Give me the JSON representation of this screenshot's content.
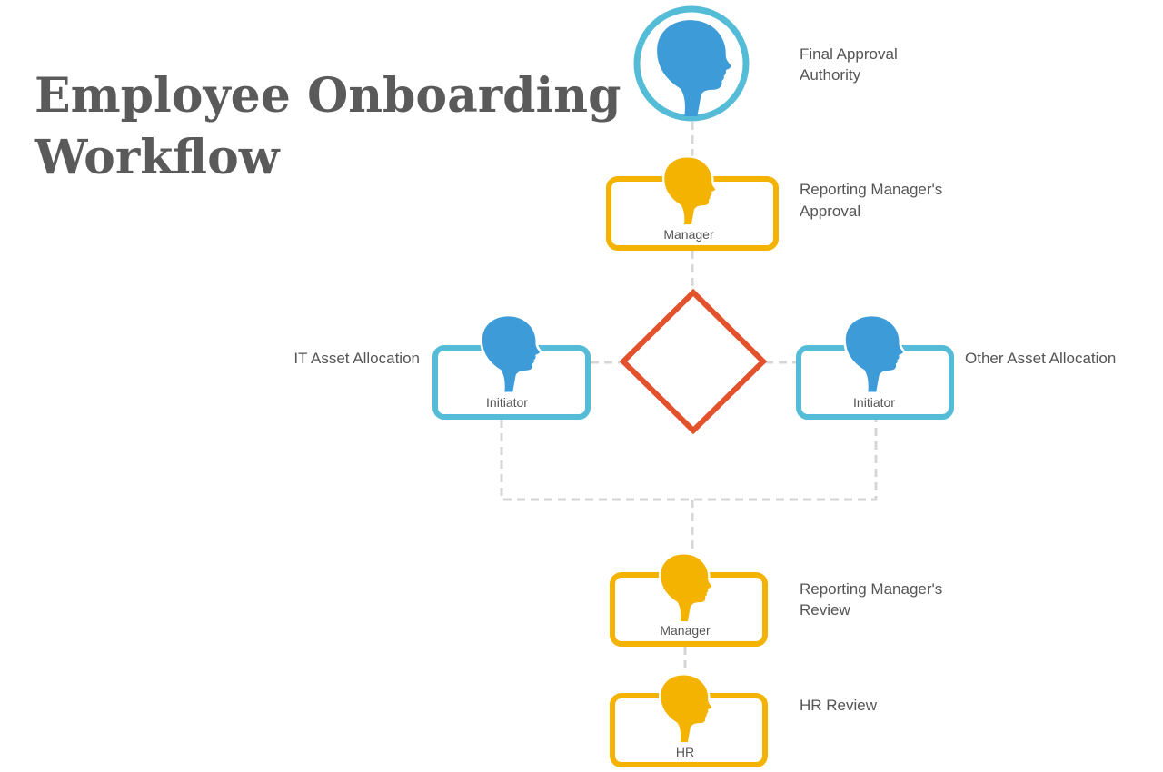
{
  "title": {
    "line1": "Employee Onboarding",
    "line2": "Workflow"
  },
  "colors": {
    "blue_head": "#3d9cd8",
    "blue_ring": "#55bcd8",
    "yellow": "#f3b300",
    "decision": "#e2532d",
    "connector": "#d6d6d6",
    "text": "#555555"
  },
  "steps": {
    "final_approval": {
      "icon": "person-head-icon",
      "label_lines": [
        "Final Approval",
        "Authority"
      ]
    },
    "manager_approval": {
      "icon": "person-head-icon",
      "role": "Manager",
      "label_lines": [
        "Reporting Manager's",
        "Approval"
      ]
    },
    "decision": {
      "icon": "decision-diamond"
    },
    "it_asset": {
      "icon": "person-head-icon",
      "role": "Initiator",
      "label_lines": [
        "IT Asset Allocation"
      ]
    },
    "other_asset": {
      "icon": "person-head-icon",
      "role": "Initiator",
      "label_lines": [
        "Other Asset Allocation"
      ]
    },
    "manager_review": {
      "icon": "person-head-icon",
      "role": "Manager",
      "label_lines": [
        "Reporting Manager's",
        "Review"
      ]
    },
    "hr_review": {
      "icon": "person-head-icon",
      "role": "HR",
      "label_lines": [
        "HR Review"
      ]
    }
  }
}
